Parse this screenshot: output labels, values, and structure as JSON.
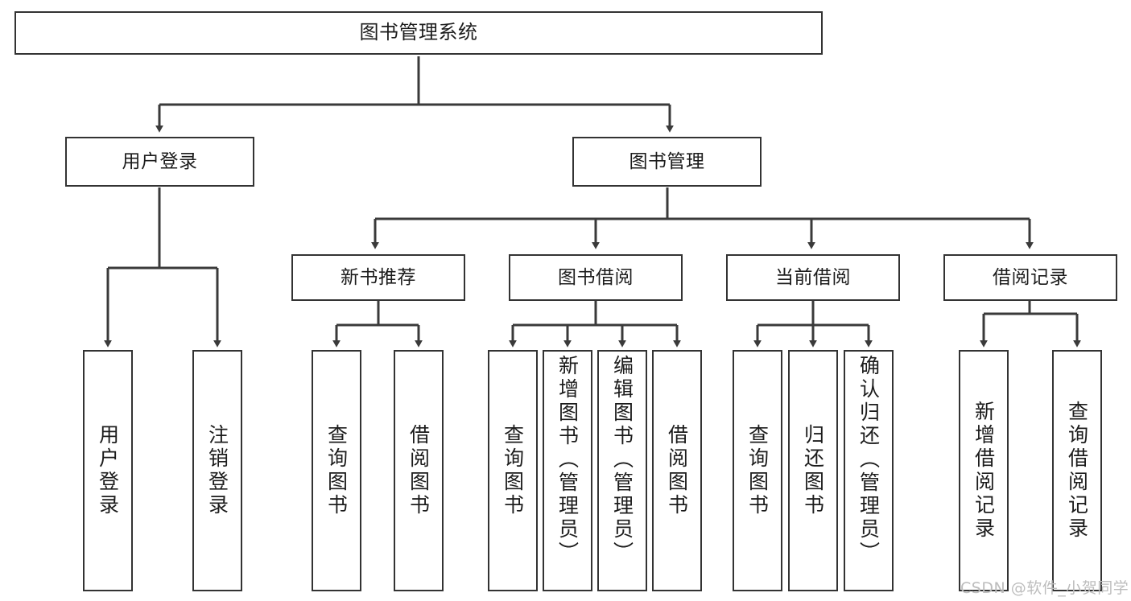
{
  "diagram": {
    "type": "tree",
    "title": "图书管理系统",
    "watermark": "CSDN @软件_小贺同学",
    "colors": {
      "box_border": "#333333",
      "box_fill": "#ffffff",
      "connector": "#3a3a3a",
      "text": "#1c1c1c",
      "watermark": "#bdbdbd",
      "background": "#ffffff"
    },
    "root": {
      "label": "图书管理系统"
    },
    "level1": [
      {
        "label": "用户登录"
      },
      {
        "label": "图书管理"
      }
    ],
    "level2": [
      {
        "label": "新书推荐"
      },
      {
        "label": "图书借阅"
      },
      {
        "label": "当前借阅"
      },
      {
        "label": "借阅记录"
      }
    ],
    "leaves": {
      "user_login": [
        {
          "label": "用户登录"
        },
        {
          "label": "注销登录"
        }
      ],
      "new_book_recommend": [
        {
          "label": "查询图书"
        },
        {
          "label": "借阅图书"
        }
      ],
      "book_borrow": [
        {
          "label": "查询图书"
        },
        {
          "label": "新增图书（管理员）"
        },
        {
          "label": "编辑图书（管理员）"
        },
        {
          "label": "借阅图书"
        }
      ],
      "current_borrow": [
        {
          "label": "查询图书"
        },
        {
          "label": "归还图书"
        },
        {
          "label": "确认归还（管理员）"
        }
      ],
      "borrow_record": [
        {
          "label": "新增借阅记录"
        },
        {
          "label": "查询借阅记录"
        }
      ]
    }
  }
}
